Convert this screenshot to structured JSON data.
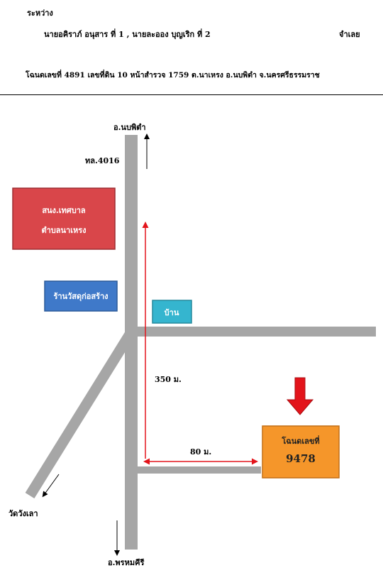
{
  "header": {
    "between_label": "ระหว่าง",
    "parties": "นายอคิราภ์ อนุสาร ที่ 1 , นายละออง บุญเริก ที่ 2",
    "status_label": "จำเลย",
    "deed_line": "โฉนดเลขที่ 4891 เลขที่ดิน 10 หน้าสำรวจ 1759 ต.นาเหรง อ.นบพิตำ จ.นครศรีธรรมราช"
  },
  "map": {
    "north_destination": "อ.นบพิตำ",
    "south_destination": "อ.พรหมคีรี",
    "highway_label": "ทล.4016",
    "southwest_destination": "วัดวังเลา",
    "distance_vertical": "350 ม.",
    "distance_horizontal": "80 ม.",
    "municipality_line1": "สนง.เทศบาล",
    "municipality_line2": "ตำบลนาเหรง",
    "shop_label": "ร้านวัสดุก่อสร้าง",
    "house_label": "บ้าน",
    "plot_label_line1": "โฉนดเลขที่",
    "plot_label_line2": "9478",
    "colors": {
      "road": "#a6a6a6",
      "municipality": "#d9464a",
      "shop": "#3f79c9",
      "house": "#35b5cf",
      "plot": "#f5962a",
      "marker_arrow": "#e3141b",
      "distance_line": "#e3141b"
    }
  }
}
